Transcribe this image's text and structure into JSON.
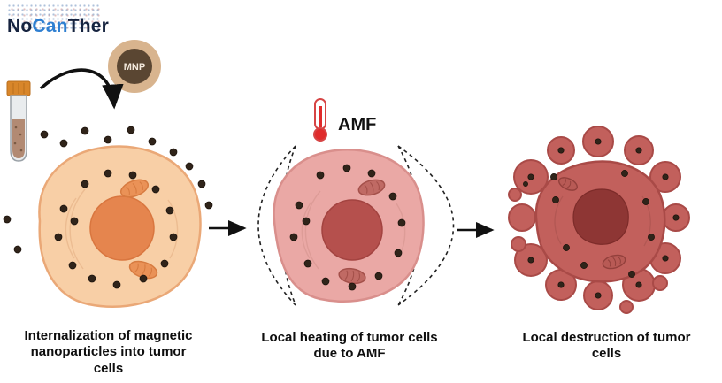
{
  "logo": {
    "part_no": "No",
    "part_can": "Can",
    "part_ther": "Ther"
  },
  "mnp": {
    "label": "MNP"
  },
  "amf": {
    "label": "AMF"
  },
  "stages": [
    {
      "caption": "Internalization of magnetic\nnanoparticles into tumor\ncells"
    },
    {
      "caption": "Local heating of tumor cells\ndue to AMF"
    },
    {
      "caption": "Local destruction of tumor\ncells"
    }
  ],
  "colors": {
    "logo_navy": "#16233f",
    "logo_blue": "#2f7fd1",
    "cell_internalization_fill": "#f8cfa6",
    "cell_internalization_stroke": "#eaa877",
    "cell_internalization_nucleus": "#e5854e",
    "cell_heating_fill": "#eaa8a5",
    "cell_heating_stroke": "#d98f8c",
    "cell_heating_nucleus": "#b5504d",
    "cell_destruction_fill": "#c2605c",
    "cell_destruction_stroke": "#a94a47",
    "cell_destruction_nucleus": "#8e3634",
    "nanoparticle": "#30241a",
    "arrow": "#111111",
    "thermometer_red": "#e02b2b",
    "mnp_outer": "#d8b48e",
    "mnp_inner": "#5a4632",
    "vial_cap": "#d8862a",
    "background": "#ffffff"
  }
}
